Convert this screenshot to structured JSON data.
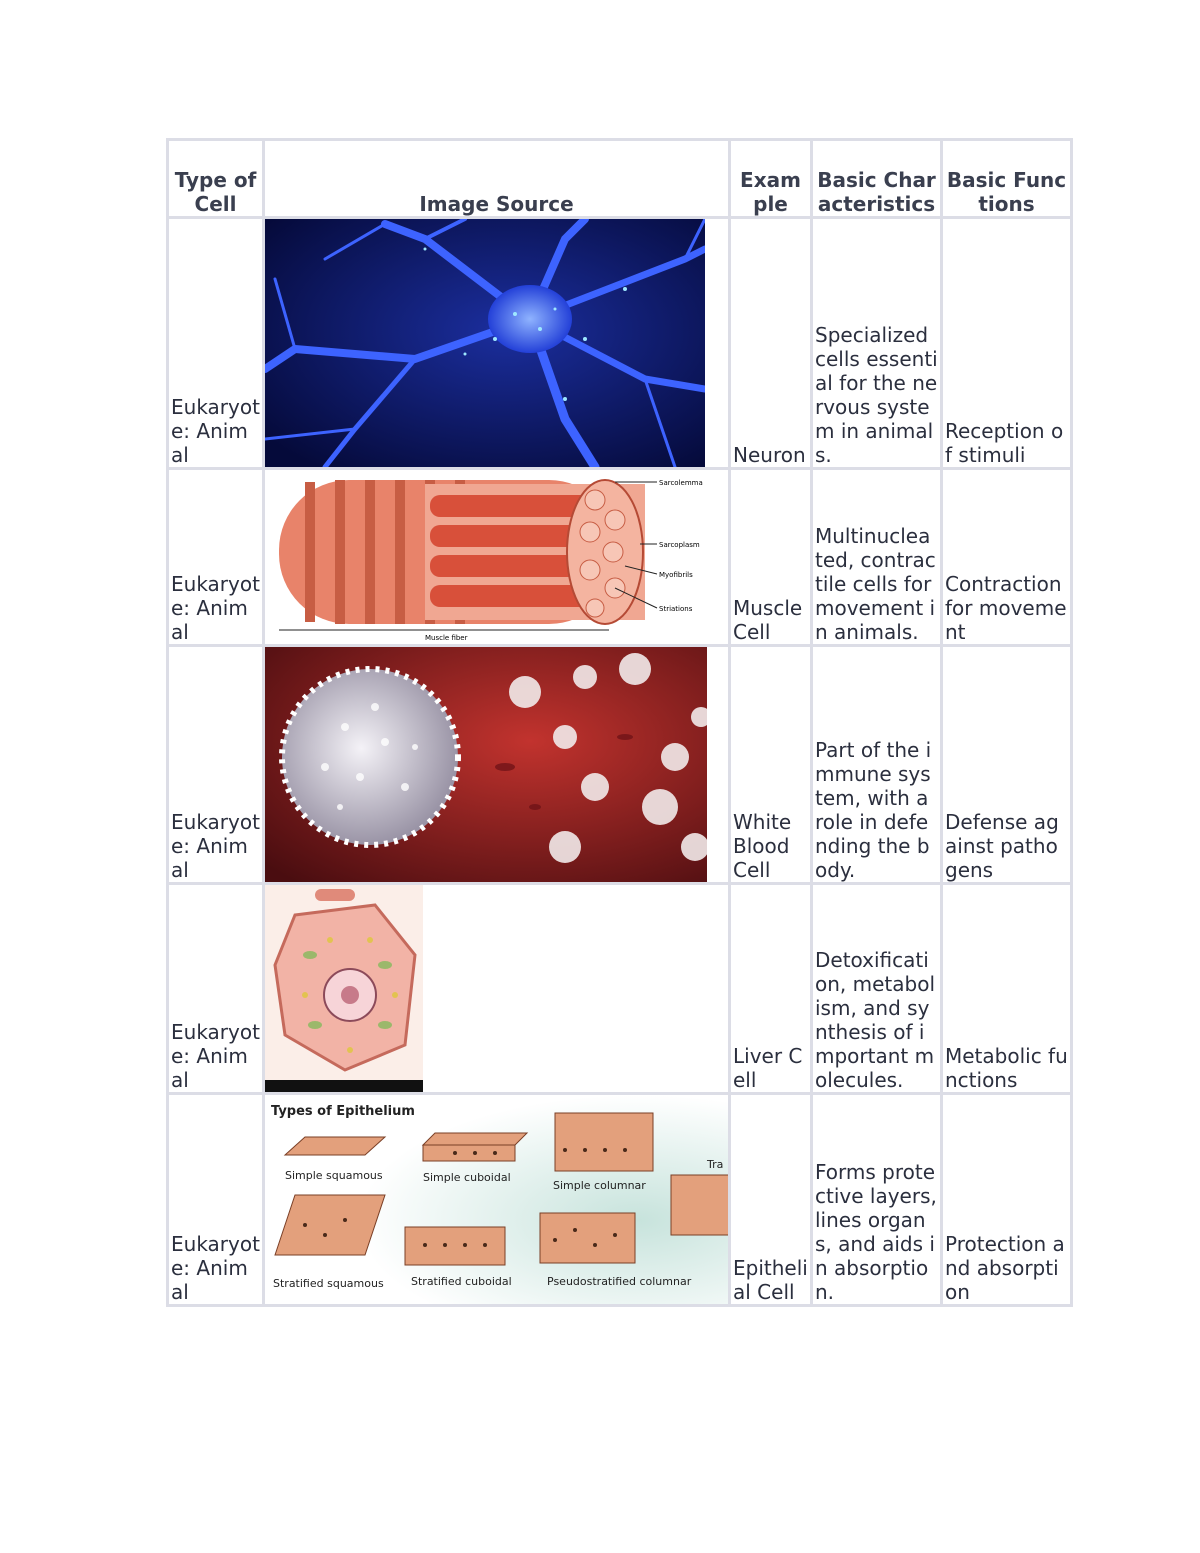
{
  "table": {
    "headers": [
      "Type of Cell",
      "Image Source",
      "Example",
      "Basic Characteristics",
      "Basic Functions"
    ],
    "rows": [
      {
        "type": "Eukaryote: Animal",
        "example": "Neuron",
        "characteristics": "Specialized cells essential for the nervous system in animals.",
        "functions": "Reception of stimuli",
        "image": "neuron-image"
      },
      {
        "type": "Eukaryote: Animal",
        "example": "Muscle Cell",
        "characteristics": "Multinucleated, contractile cells for movement in animals.",
        "functions": "Contraction for movement",
        "image": "muscle-fiber-diagram"
      },
      {
        "type": "Eukaryote: Animal",
        "example": "White Blood Cell",
        "characteristics": "Part of the immune system, with a role in defending the body.",
        "functions": "Defense against pathogens",
        "image": "white-blood-cell-image"
      },
      {
        "type": "Eukaryote: Animal",
        "example": "Liver Cell",
        "characteristics": "Detoxification, metabolism, and synthesis of important molecules.",
        "functions": "Metabolic functions",
        "image": "liver-cell-diagram"
      },
      {
        "type": "Eukaryote: Animal",
        "example": "Epithelial Cell",
        "characteristics": "Forms protective layers, lines organs, and aids in absorption.",
        "functions": "Protection and absorption",
        "image": "epithelium-types-diagram"
      }
    ]
  },
  "muscle_diagram": {
    "labels": [
      "Sarcolemma",
      "Sarcoplasm",
      "Myofibrils",
      "Striations"
    ],
    "axis_label": "Muscle fiber"
  },
  "epithelium_diagram": {
    "title": "Types of Epithelium",
    "labels": [
      "Simple squamous",
      "Simple cuboidal",
      "Simple columnar",
      "Tra",
      "Stratified squamous",
      "Stratified cuboidal",
      "Pseudostratified columnar"
    ]
  },
  "colors": {
    "border": "#dcdde6",
    "text": "#2b2f3e",
    "neuron": "#1d35d8",
    "muscle": "#e07a5f",
    "blood": "#8f1a1a"
  }
}
